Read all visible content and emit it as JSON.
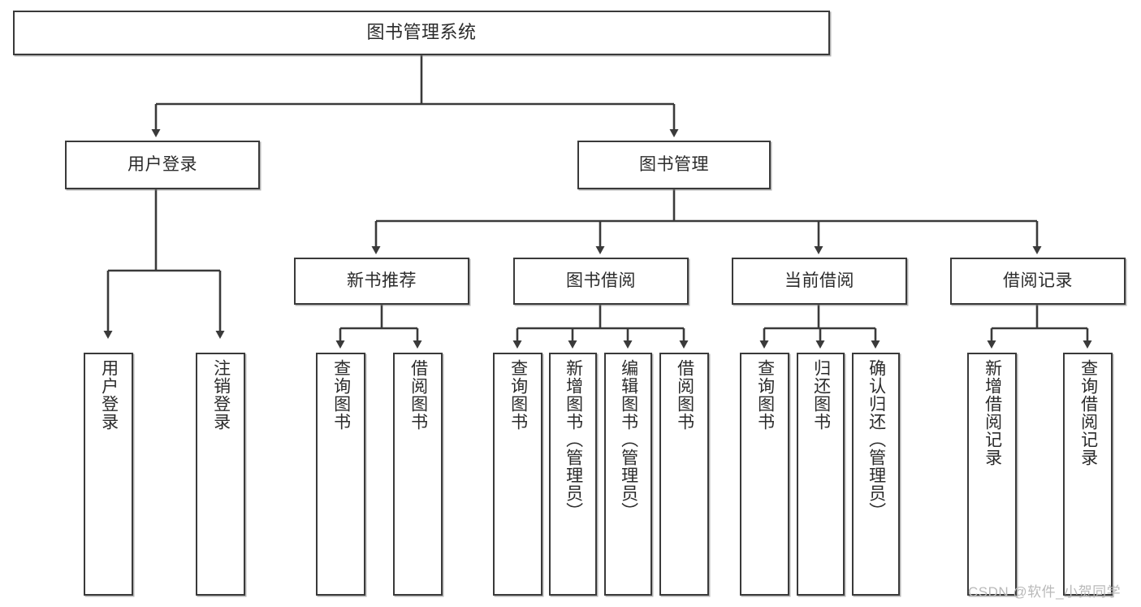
{
  "diagram": {
    "title_node": {
      "label": "图书管理系统"
    },
    "level2": [
      {
        "id": "user-login",
        "label": "用户登录"
      },
      {
        "id": "book-management",
        "label": "图书管理"
      }
    ],
    "level3": [
      {
        "id": "new-book-recommend",
        "label": "新书推荐"
      },
      {
        "id": "book-borrow",
        "label": "图书借阅"
      },
      {
        "id": "current-borrow",
        "label": "当前借阅"
      },
      {
        "id": "borrow-record",
        "label": "借阅记录"
      }
    ],
    "leaves": [
      {
        "id": "leaf-user-login",
        "label": "用户登录",
        "parent": "user-login"
      },
      {
        "id": "leaf-logout-login",
        "label": "注销登录",
        "parent": "user-login"
      },
      {
        "id": "leaf-query-book-1",
        "label": "查询图书",
        "parent": "new-book-recommend"
      },
      {
        "id": "leaf-borrow-book-1",
        "label": "借阅图书",
        "parent": "new-book-recommend"
      },
      {
        "id": "leaf-query-book-2",
        "label": "查询图书",
        "parent": "book-borrow"
      },
      {
        "id": "leaf-add-book",
        "label": "新增图书（管理员）",
        "parent": "book-borrow"
      },
      {
        "id": "leaf-edit-book",
        "label": "编辑图书（管理员）",
        "parent": "book-borrow"
      },
      {
        "id": "leaf-borrow-book-2",
        "label": "借阅图书",
        "parent": "book-borrow"
      },
      {
        "id": "leaf-query-book-3",
        "label": "查询图书",
        "parent": "current-borrow"
      },
      {
        "id": "leaf-return-book",
        "label": "归还图书",
        "parent": "current-borrow"
      },
      {
        "id": "leaf-confirm-return",
        "label": "确认归还（管理员）",
        "parent": "current-borrow"
      },
      {
        "id": "leaf-add-record",
        "label": "新增借阅记录",
        "parent": "borrow-record"
      },
      {
        "id": "leaf-query-record",
        "label": "查询借阅记录",
        "parent": "borrow-record"
      }
    ],
    "watermark": "CSDN @软件_小贺同学",
    "colors": {
      "stroke": "#3a3a3a",
      "text": "#2b2b2b",
      "background": "#ffffff",
      "watermark": "#b9b9b9"
    }
  }
}
